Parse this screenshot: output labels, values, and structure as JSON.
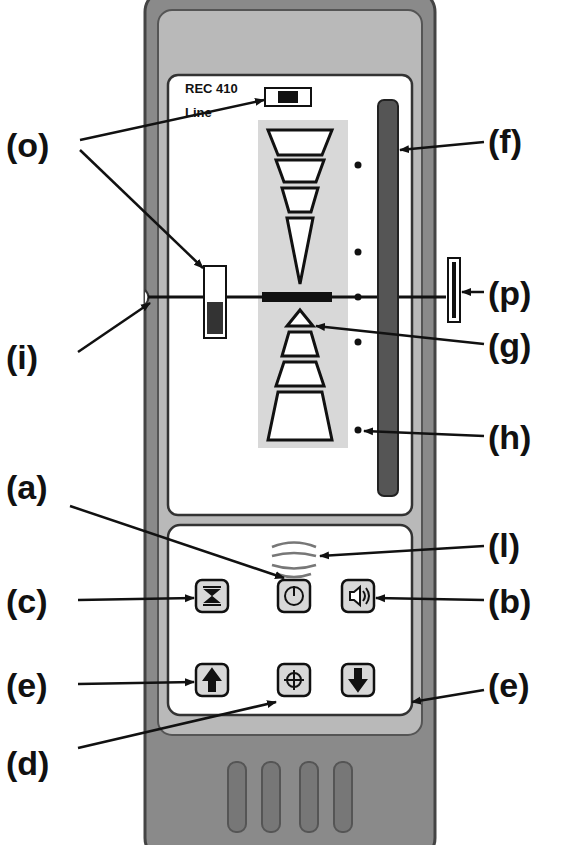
{
  "diagram": {
    "labels": [
      "REC 410",
      "Line",
      "(o)",
      "(f)",
      "(p)",
      "(i)",
      "(g)",
      "(h)",
      "(a)",
      "(l)",
      "(c)",
      "(b)",
      "(e)",
      "(d)",
      "(e)"
    ]
  }
}
